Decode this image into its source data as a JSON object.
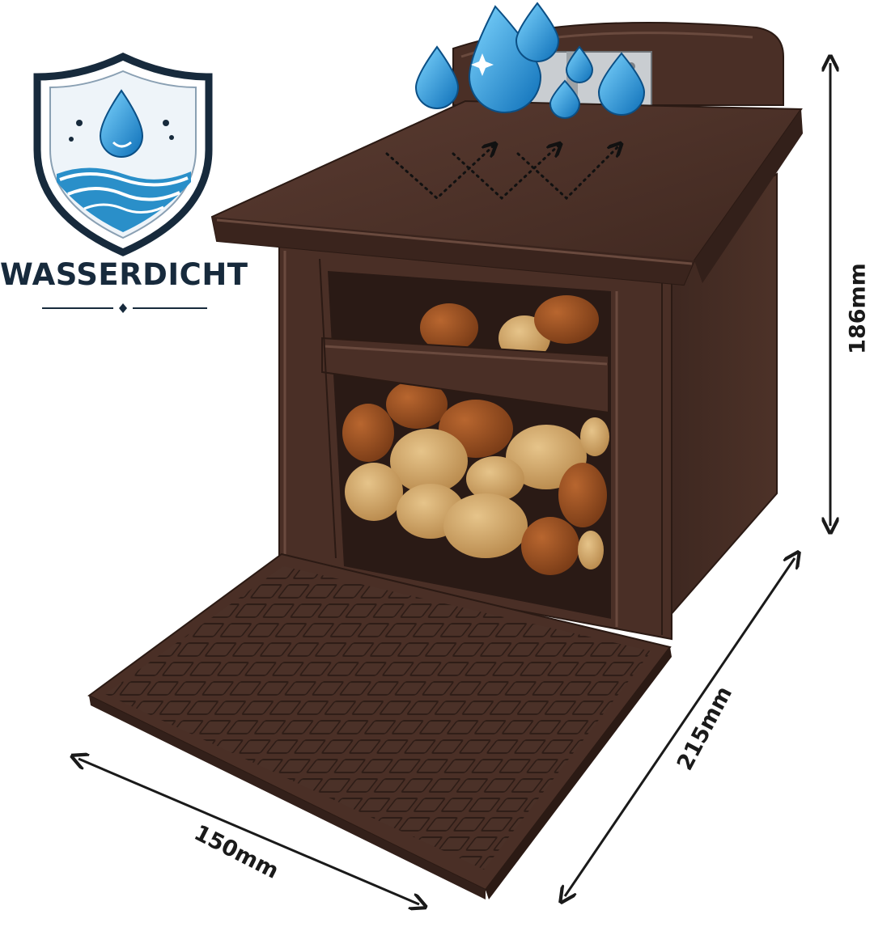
{
  "badge": {
    "label": "WASSERDICHT",
    "icon": "shield-water-drop-icon",
    "colors": {
      "outline": "#172a3c",
      "water": "#2a8fc9",
      "drop": "#3aa3d8"
    }
  },
  "dimensions": {
    "height": "186mm",
    "depth": "215mm",
    "width": "150mm"
  },
  "product": {
    "colors": {
      "body": "#4a3027",
      "body_dark": "#33201a",
      "body_light": "#5e3e33"
    }
  },
  "icons": {
    "rain": "water-drops-icon",
    "airflow": "dotted-airflow-arrows-icon"
  }
}
